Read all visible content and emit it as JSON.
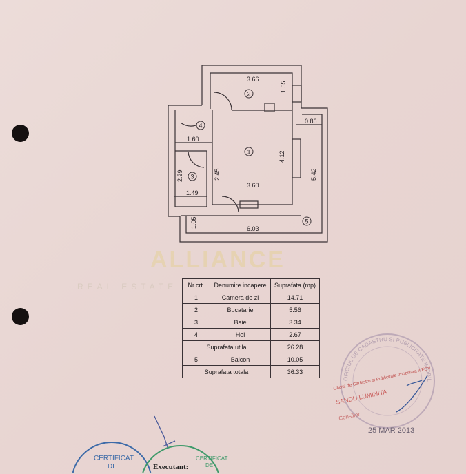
{
  "watermark": {
    "brand": "ALLIANCE",
    "sub": "REAL ESTATE"
  },
  "plan": {
    "dimensions": {
      "kitchen_width": "3.66",
      "kitchen_depth": "1.55",
      "balcony_width": "0.86",
      "hol_width": "1.60",
      "living_depth": "4.12",
      "bath_depth": "2.29",
      "living_side": "2.45",
      "living_width": "3.60",
      "balcony_length": "5.42",
      "bath_width": "1.49",
      "balcony_depth": "1.05",
      "balcony_total": "6.03"
    },
    "room_numbers": [
      "1",
      "2",
      "3",
      "4",
      "5"
    ]
  },
  "table": {
    "headers": [
      "Nr.crt.",
      "Denumire incapere",
      "Suprafata (mp)"
    ],
    "rows": [
      {
        "nr": "1",
        "name": "Camera de zi",
        "area": "14.71"
      },
      {
        "nr": "2",
        "name": "Bucatarie",
        "area": "5.56"
      },
      {
        "nr": "3",
        "name": "Baie",
        "area": "3.34"
      },
      {
        "nr": "4",
        "name": "Hol",
        "area": "2.67"
      }
    ],
    "useful_label": "Suprafata utila",
    "useful_value": "26.28",
    "balcony": {
      "nr": "5",
      "name": "Balcon",
      "area": "10.05"
    },
    "total_label": "Suprafata totala",
    "total_value": "36.33"
  },
  "stamp_office": {
    "ring": "OFICIUL DE CADASTRU SI PUBLICITATE IMOBILIARA",
    "line1": "Oficiul de Cadastru si Publicitate Imobiliara ILFOV",
    "name": "SANDU LUMINITA",
    "role": "Consilier",
    "date": "25 MAR 2013"
  },
  "stamps_cert": {
    "line1": "CERTIFICAT",
    "line2": "DE"
  },
  "executant_label": "Executant:",
  "colors": {
    "paper": "#e9d6d3",
    "ink": "#3a3236",
    "stamp_red": "#c0504e",
    "stamp_blue": "#3c6aa8",
    "stamp_green": "#3f9a6a"
  }
}
